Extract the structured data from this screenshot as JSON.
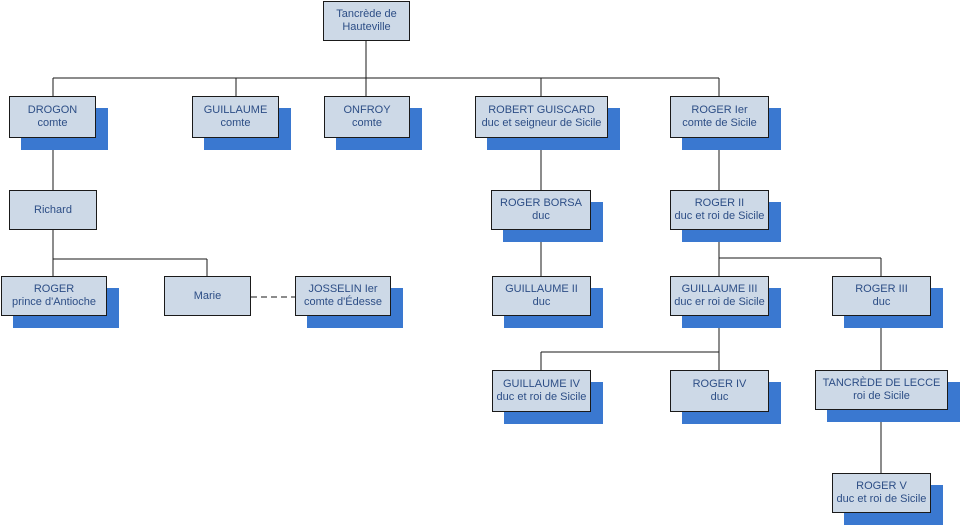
{
  "nodes": {
    "tancrede": {
      "line1": "Tancrède de",
      "line2": "Hauteville"
    },
    "drogon": {
      "line1": "DROGON",
      "line2": "comte"
    },
    "guillaume": {
      "line1": "GUILLAUME",
      "line2": "comte"
    },
    "onfroy": {
      "line1": "ONFROY",
      "line2": "comte"
    },
    "robert": {
      "line1": "ROBERT GUISCARD",
      "line2": "duc et seigneur de Sicile"
    },
    "roger1": {
      "line1": "ROGER Ier",
      "line2": "comte de Sicile"
    },
    "richard": {
      "line1": "Richard"
    },
    "rogerborsa": {
      "line1": "ROGER BORSA",
      "line2": "duc"
    },
    "roger2": {
      "line1": "ROGER II",
      "line2": "duc et roi de Sicile"
    },
    "rogerantioche": {
      "line1": "ROGER",
      "line2": "prince d'Antioche"
    },
    "marie": {
      "line1": "Marie"
    },
    "josselin": {
      "line1": "JOSSELIN Ier",
      "line2": "comte d'Édesse"
    },
    "guillaume2": {
      "line1": "GUILLAUME II",
      "line2": "duc"
    },
    "guillaume3": {
      "line1": "GUILLAUME III",
      "line2": "duc er roi de Sicile"
    },
    "roger3": {
      "line1": "ROGER III",
      "line2": "duc"
    },
    "guillaume4": {
      "line1": "GUILLAUME IV",
      "line2": "duc et roi de Sicile"
    },
    "roger4": {
      "line1": "ROGER IV",
      "line2": "duc"
    },
    "tancredelecce": {
      "line1": "TANCRÈDE DE LECCE",
      "line2": "roi de Sicile"
    },
    "roger5": {
      "line1": "ROGER V",
      "line2": "duc et roi de Sicile"
    }
  },
  "colors": {
    "box_fill": "#cdd9e7",
    "shadow": "#3a78d0",
    "text": "#2d4e86",
    "line": "#1a1a1a"
  }
}
